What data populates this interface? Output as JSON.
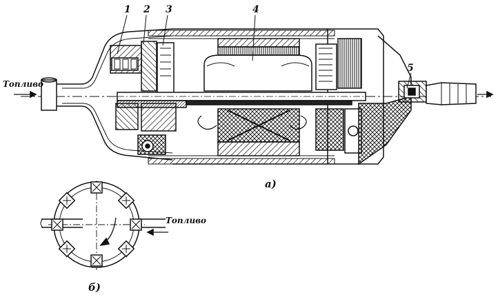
{
  "labels": {
    "fuel_in_top": "Топливо",
    "fuel_in_bottom": "Топливо",
    "part_1": "1",
    "part_2": "2",
    "part_3": "3",
    "part_4": "4",
    "part_5": "5",
    "view_a": "а)",
    "view_b": "б)"
  },
  "colors": {
    "ink": "#111111",
    "paper": "#ffffff"
  }
}
